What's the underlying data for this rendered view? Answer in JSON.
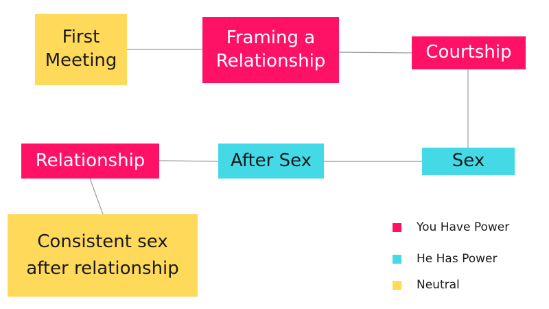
{
  "colors": {
    "you_have_power": "#ff1166",
    "he_has_power": "#44d9e6",
    "neutral": "#ffd95a",
    "connector": "#999999"
  },
  "nodes": {
    "first_meeting": {
      "line1": "First",
      "line2": "Meeting",
      "power": "neutral"
    },
    "framing": {
      "line1": "Framing a",
      "line2": "Relationship",
      "power": "you_have_power"
    },
    "courtship": {
      "label": "Courtship",
      "power": "you_have_power"
    },
    "sex": {
      "label": "Sex",
      "power": "he_has_power"
    },
    "after_sex": {
      "label": "After Sex",
      "power": "he_has_power"
    },
    "relationship": {
      "label": "Relationship",
      "power": "you_have_power"
    },
    "consistent": {
      "line1": "Consistent sex",
      "line2": "after relationship",
      "power": "neutral"
    }
  },
  "edges": [
    [
      "first_meeting",
      "framing"
    ],
    [
      "framing",
      "courtship"
    ],
    [
      "courtship",
      "sex"
    ],
    [
      "sex",
      "after_sex"
    ],
    [
      "after_sex",
      "relationship"
    ],
    [
      "relationship",
      "consistent"
    ]
  ],
  "legend": [
    {
      "label": "You Have Power",
      "color": "#ff1166"
    },
    {
      "label": "He Has Power",
      "color": "#44d9e6"
    },
    {
      "label": "Neutral",
      "color": "#ffd95a"
    }
  ]
}
